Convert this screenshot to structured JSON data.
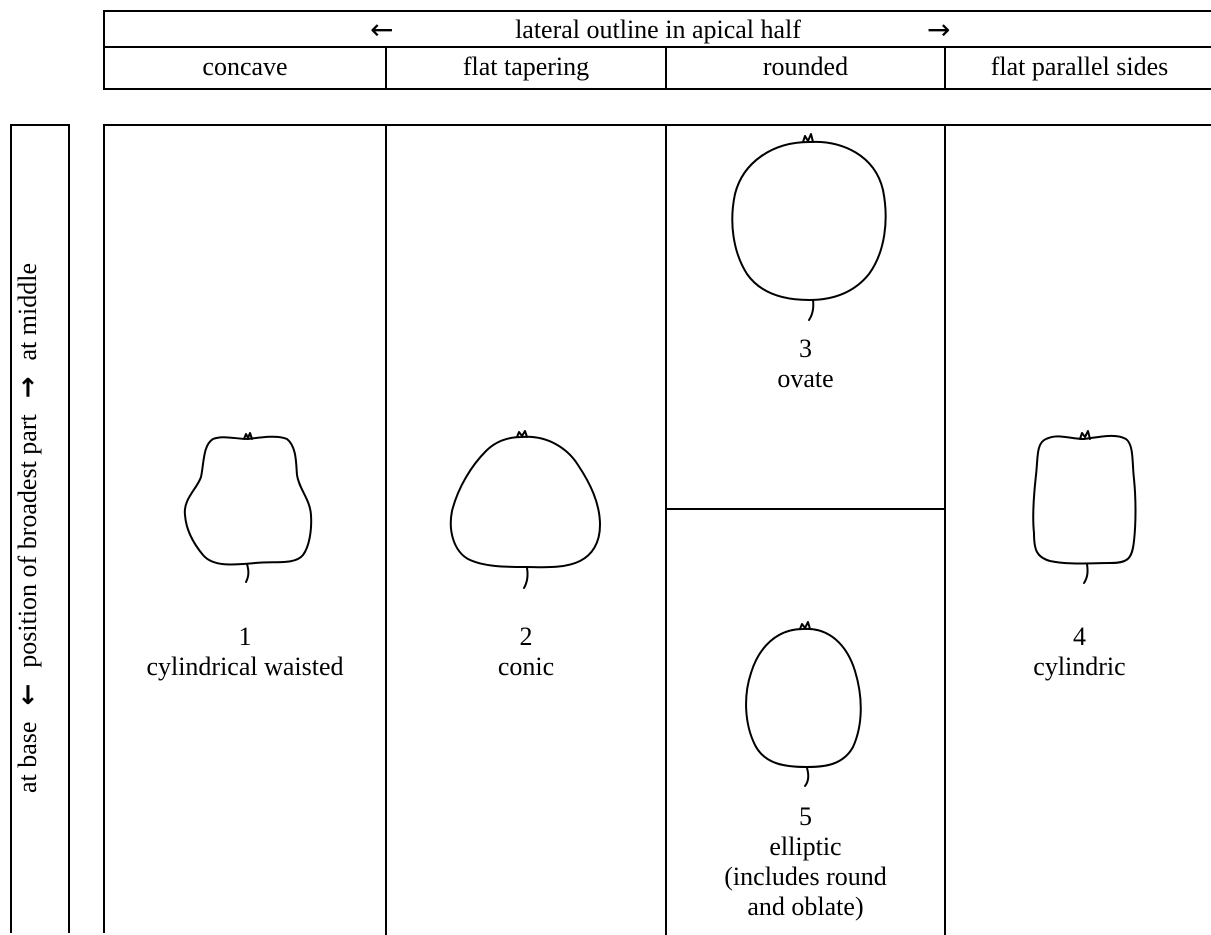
{
  "header": {
    "title": "lateral outline in apical half",
    "left_arrow": "←",
    "right_arrow": "→",
    "columns": [
      "concave",
      "flat tapering",
      "rounded",
      "flat parallel sides"
    ]
  },
  "side": {
    "bottom_label": "at base",
    "down_arrow": "←",
    "label": "position of broadest part",
    "up_arrow": "→",
    "top_label": "at middle"
  },
  "shapes": [
    {
      "number": "1",
      "name": "cylindrical waisted",
      "icon": "waisted-fruit-icon"
    },
    {
      "number": "2",
      "name": "conic",
      "icon": "conic-fruit-icon"
    },
    {
      "number": "3",
      "name": "ovate",
      "icon": "ovate-fruit-icon"
    },
    {
      "number": "4",
      "name": "cylindric",
      "icon": "cylindric-fruit-icon"
    },
    {
      "number": "5",
      "name": "elliptic",
      "note_line1": "(includes round",
      "note_line2": "and oblate)",
      "icon": "elliptic-fruit-icon"
    }
  ]
}
